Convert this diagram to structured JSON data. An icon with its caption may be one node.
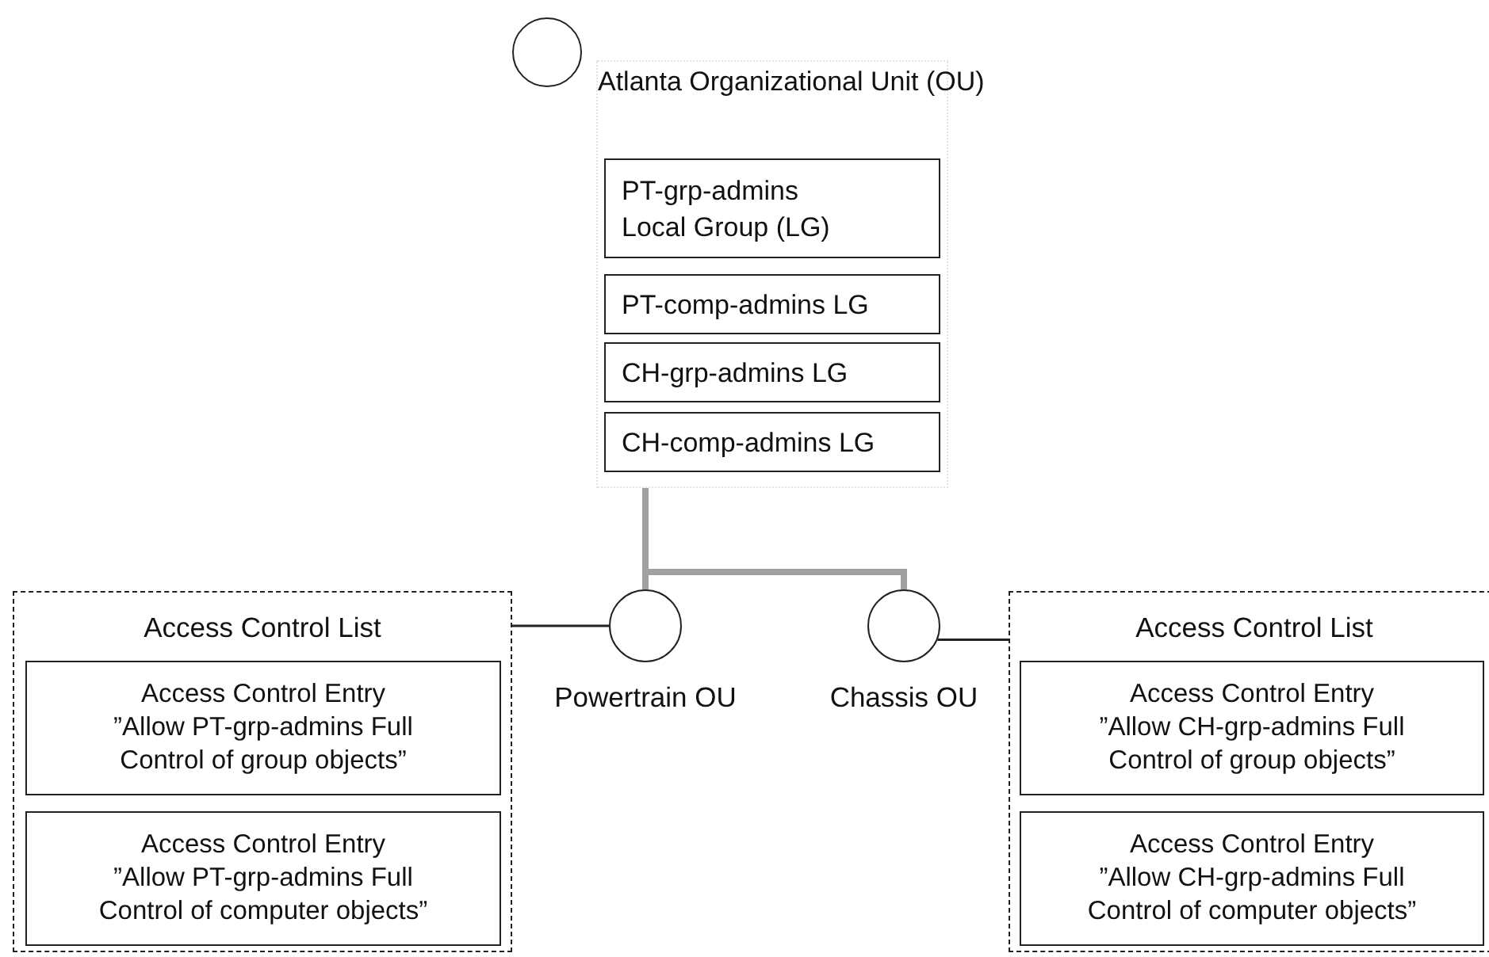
{
  "diagram": {
    "nodes": [
      {
        "text": [
          "Atlanta Organizational Unit (OU)"
        ]
      },
      {
        "text": [],
        "shape": "circle"
      },
      {
        "text": [
          "PT-grp-admins Local Group (LG)"
        ],
        "in": 0
      },
      {
        "text": [
          "PT-comp-admins LG"
        ],
        "in": 0
      },
      {
        "text": [
          "CH-grp-admins LG"
        ],
        "in": 0
      },
      {
        "text": [
          "CH-comp-admins LG"
        ],
        "in": 0
      },
      {
        "text": [],
        "shape": "circle",
        "beside": [
          "Powertrain OU"
        ]
      },
      {
        "text": [],
        "shape": "circle",
        "beside": [
          "Chassis OU"
        ]
      },
      {
        "text": [
          "Access Control List"
        ]
      },
      {
        "text": [
          "Access Control Entry",
          "”Allow PT-grp-admins Full Control of group objects”"
        ],
        "in": 8
      },
      {
        "text": [
          "Access Control Entry",
          "”Allow PT-grp-admins Full Control of computer objects”"
        ],
        "in": 8
      },
      {
        "text": [
          "Access Control List"
        ]
      },
      {
        "text": [
          "Access Control Entry",
          "”Allow CH-grp-admins Full Control of group objects”"
        ],
        "in": 11
      },
      {
        "text": [
          "Access Control Entry",
          "”Allow CH-grp-admins Full Control of computer objects”"
        ],
        "in": 11
      }
    ],
    "edges": [
      {
        "from": 0,
        "to": 6,
        "arrow": "none",
        "style": "thick",
        "color": "#a0a0a0"
      },
      {
        "from": 0,
        "to": 7,
        "arrow": "none",
        "style": "thick",
        "color": "#a0a0a0"
      },
      {
        "from": 8,
        "to": 6,
        "arrow": "none",
        "color": "#222222"
      },
      {
        "from": 7,
        "to": 11,
        "arrow": "none",
        "color": "#222222"
      }
    ]
  }
}
